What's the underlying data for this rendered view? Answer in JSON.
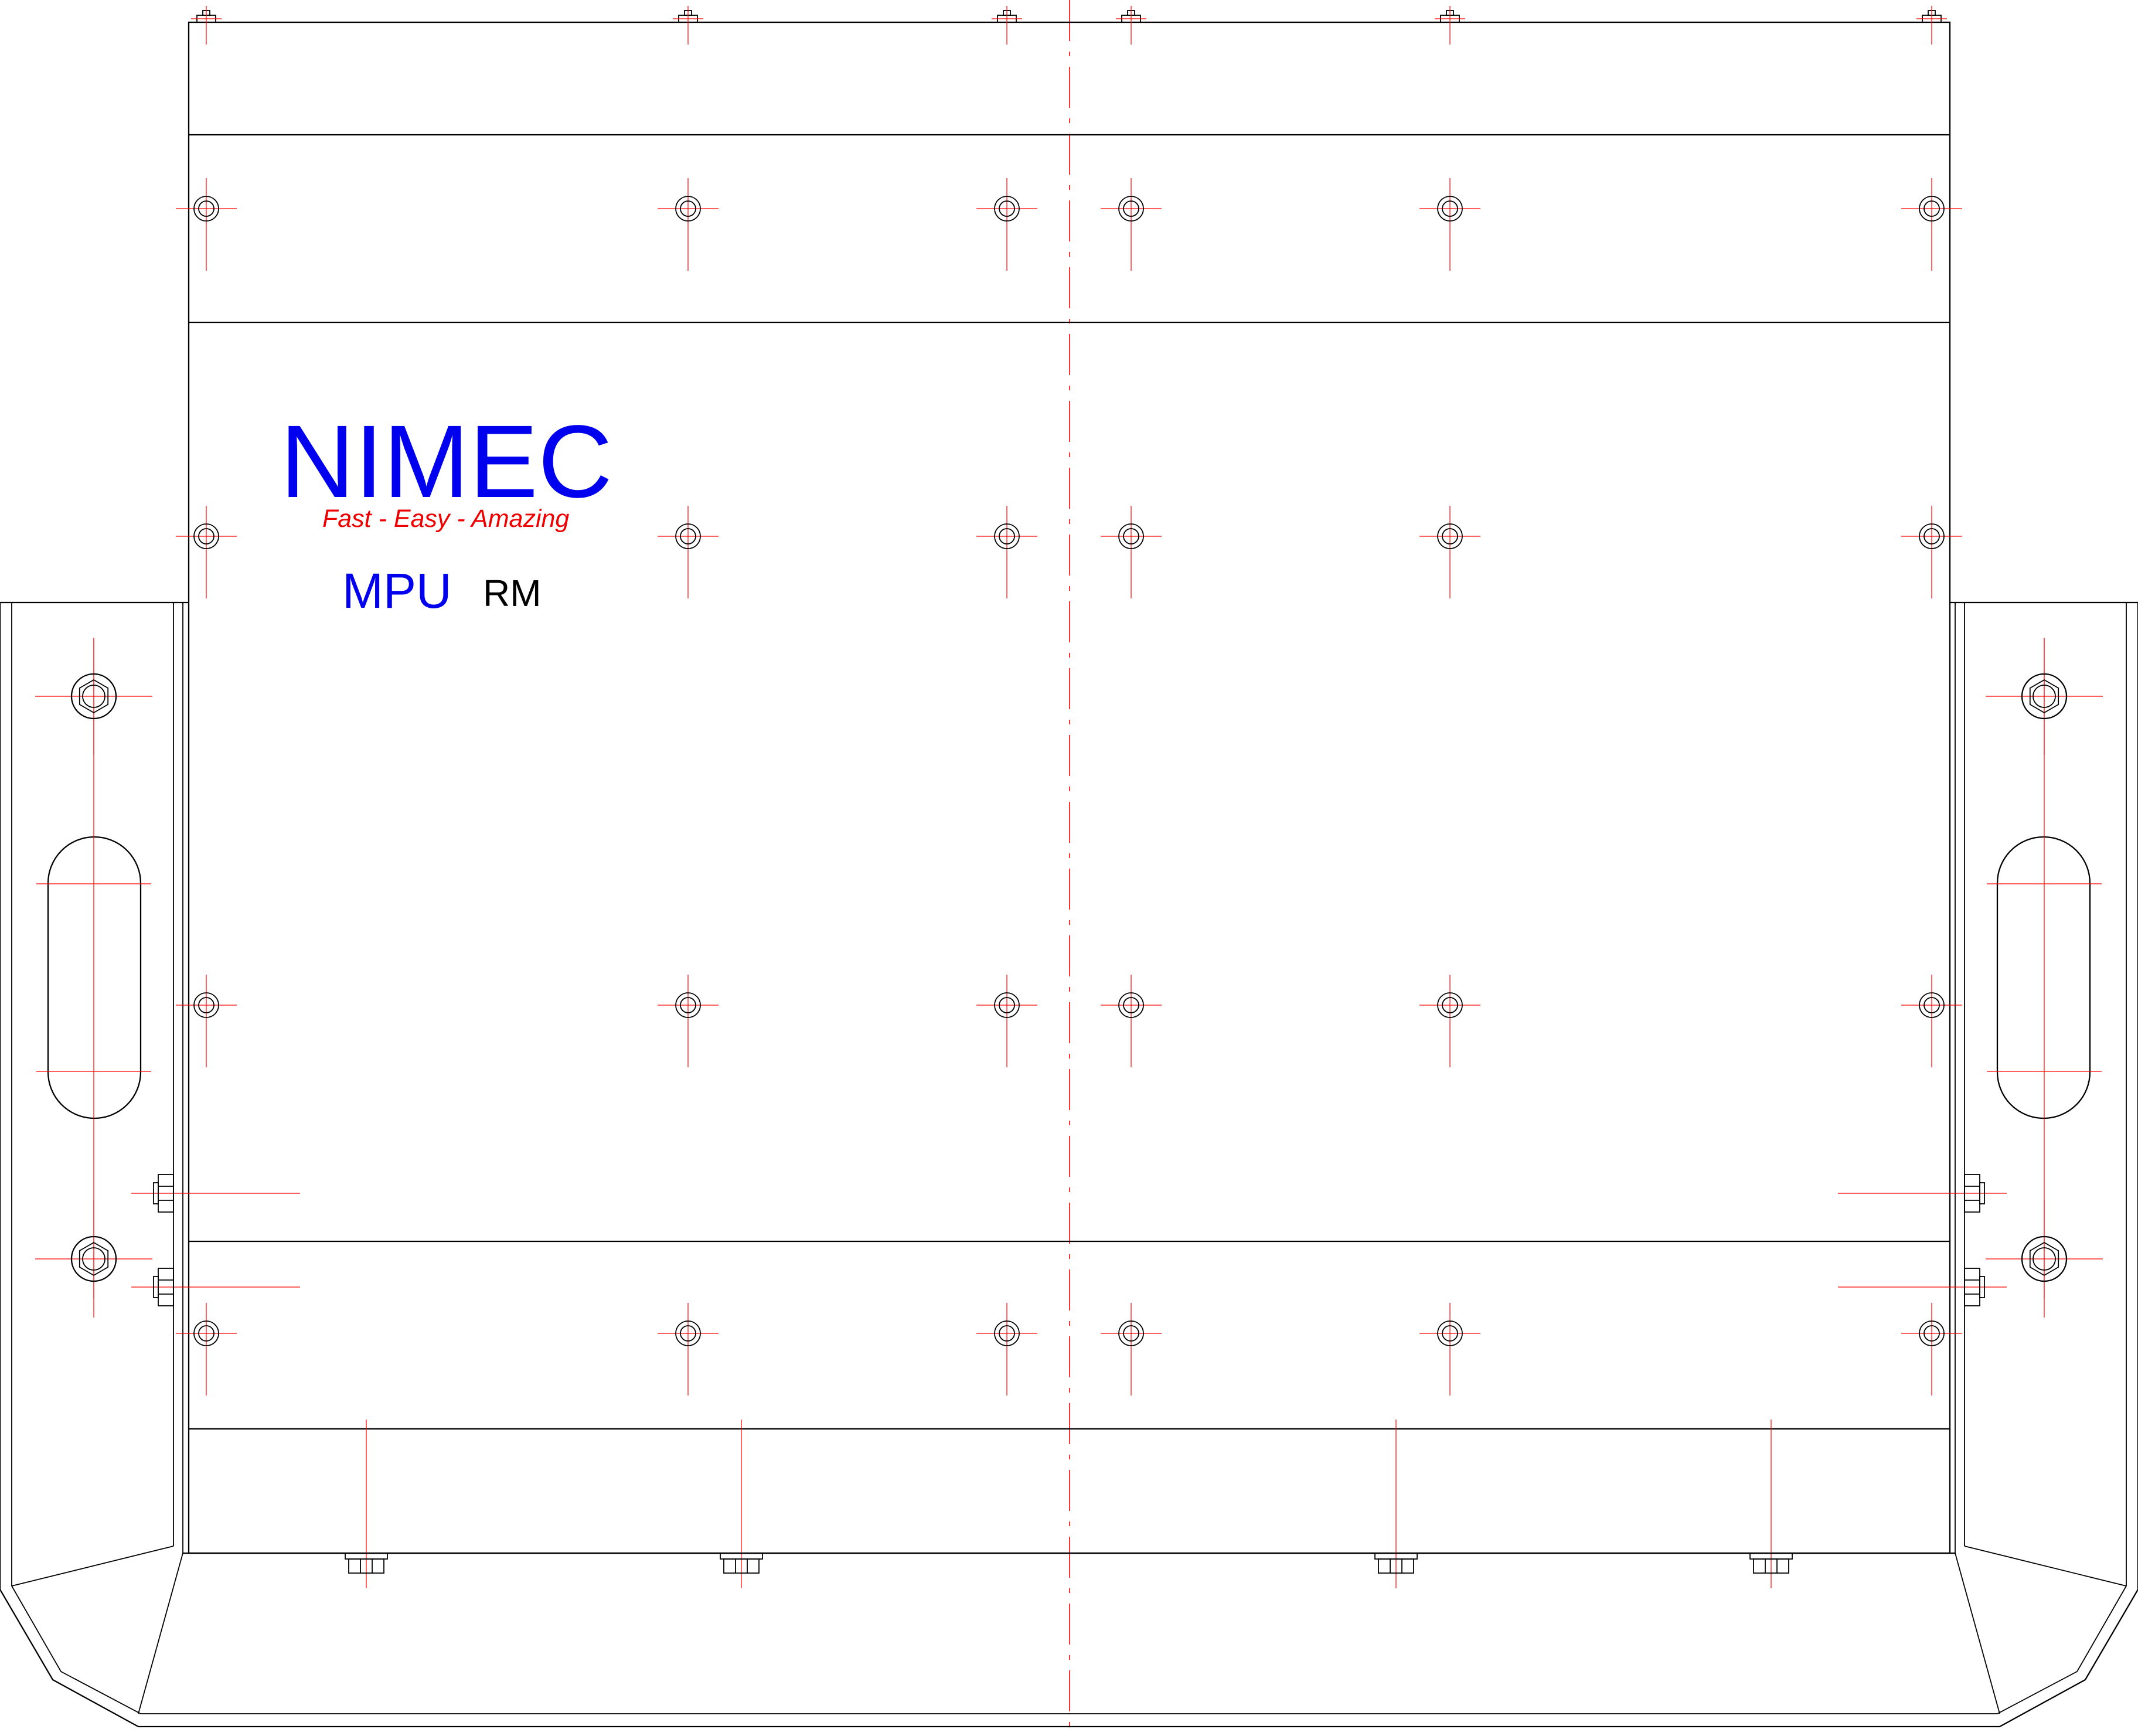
{
  "logo": {
    "brand": "NIMEC",
    "tagline": "Fast - Easy - Amazing",
    "model": "MPU",
    "model_suffix": "RM"
  },
  "colors": {
    "outline": "#000000",
    "centerline": "#ff0000",
    "brand": "#0000ee",
    "tagline": "#ee0000",
    "model_suffix": "#000000"
  }
}
